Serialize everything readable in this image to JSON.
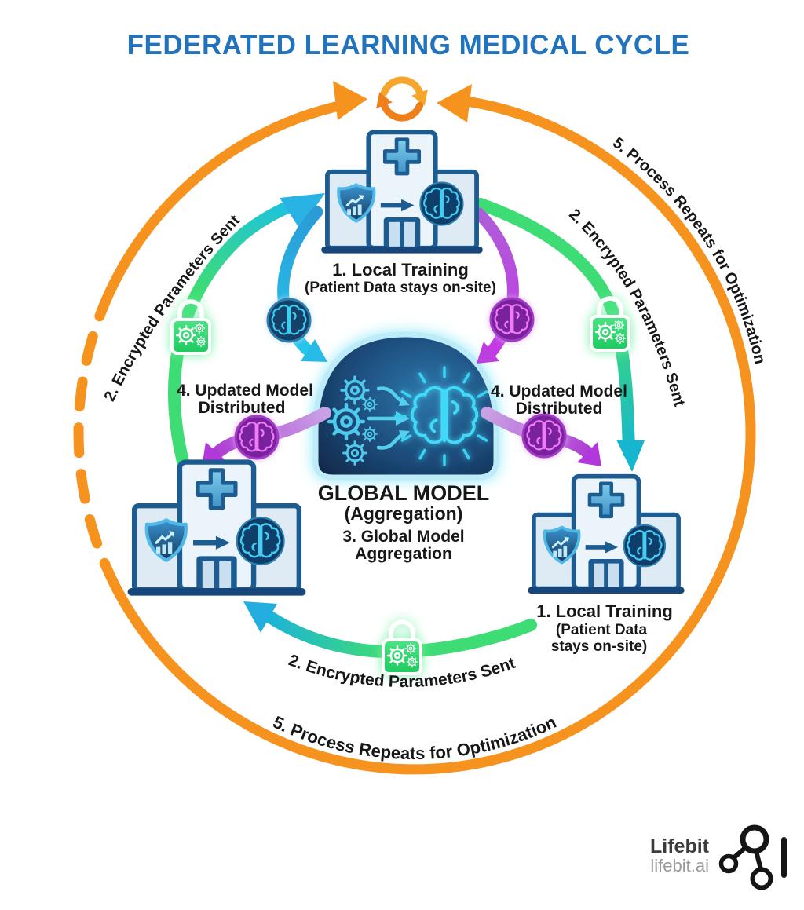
{
  "title": "FEDERATED LEARNING MEDICAL CYCLE",
  "center": {
    "title": "GLOBAL MODEL",
    "subtitle": "(Aggregation)",
    "step_line1": "3. Global Model",
    "step_line2": "Aggregation"
  },
  "hospital_top": {
    "line1": "1. Local Training",
    "line2": "(Patient Data stays on-site)"
  },
  "hospital_right": {
    "line1": "1. Local Training",
    "line2": "(Patient Data",
    "line3": "stays on-site)"
  },
  "arrows": {
    "encrypted_left": "2. Encrypted Parameters Sent",
    "encrypted_right": "2. Encrypted Parameters Sent",
    "encrypted_bottom": "2. Encrypted Parameters Sent",
    "updated_left_line1": "4. Updated Model",
    "updated_left_line2": "Distributed",
    "updated_right_line1": "4. Updated Model",
    "updated_right_line2": "Distributed",
    "repeats_right": "5. Process Repeats for Optimization",
    "repeats_bottom": "5. Process Repeats for Optimization"
  },
  "logo": {
    "name": "Lifebit",
    "domain": "lifebit.ai"
  },
  "colors": {
    "title_blue": "#2173BE",
    "orange": "#F6921E",
    "green": "#3EDC74",
    "teal": "#18BCD2",
    "cyan": "#29B6E8",
    "purple": "#B33BD8",
    "navy": "#1D5C90",
    "lock_green": "#2FD96E",
    "dome_navy": "#16395E"
  }
}
